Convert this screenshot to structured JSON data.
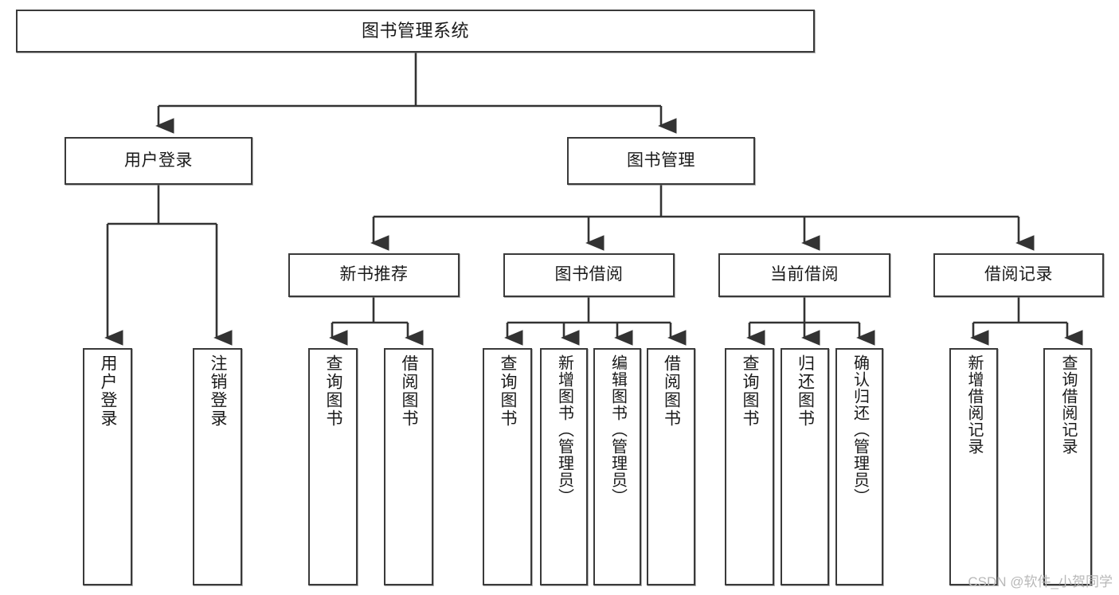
{
  "diagram": {
    "title": "图书管理系统",
    "type": "hierarchy-tree",
    "watermark": "CSDN @软件_小贺同学",
    "colors": {
      "box_border": "#3a3a3a",
      "box_fill": "#ffffff",
      "edge": "#333333",
      "text": "#1a1a1a",
      "watermark": "#b8b8b8"
    },
    "nodes": {
      "root": {
        "label": "图书管理系统"
      },
      "level1": [
        {
          "id": "user-login",
          "label": "用户登录"
        },
        {
          "id": "book-manage",
          "label": "图书管理"
        }
      ],
      "level2": [
        {
          "id": "new-book-recommend",
          "label": "新书推荐"
        },
        {
          "id": "book-borrow",
          "label": "图书借阅"
        },
        {
          "id": "current-borrow",
          "label": "当前借阅"
        },
        {
          "id": "borrow-record",
          "label": "借阅记录"
        }
      ],
      "leaves": {
        "user_login": [
          {
            "id": "leaf-user-login",
            "label": "用户登录"
          },
          {
            "id": "leaf-logout",
            "label": "注销登录"
          }
        ],
        "new_book_recommend": [
          {
            "id": "leaf-query-book-1",
            "label": "查询图书"
          },
          {
            "id": "leaf-borrow-book-1",
            "label": "借阅图书"
          }
        ],
        "book_borrow": [
          {
            "id": "leaf-query-book-2",
            "label": "查询图书"
          },
          {
            "id": "leaf-add-book",
            "label": "新增图书（管理员）"
          },
          {
            "id": "leaf-edit-book",
            "label": "编辑图书（管理员）"
          },
          {
            "id": "leaf-borrow-book-2",
            "label": "借阅图书"
          }
        ],
        "current_borrow": [
          {
            "id": "leaf-query-book-3",
            "label": "查询图书"
          },
          {
            "id": "leaf-return-book",
            "label": "归还图书"
          },
          {
            "id": "leaf-confirm-return",
            "label": "确认归还（管理员）"
          }
        ],
        "borrow_record": [
          {
            "id": "leaf-add-record",
            "label": "新增借阅记录"
          },
          {
            "id": "leaf-query-record",
            "label": "查询借阅记录"
          }
        ]
      }
    }
  }
}
